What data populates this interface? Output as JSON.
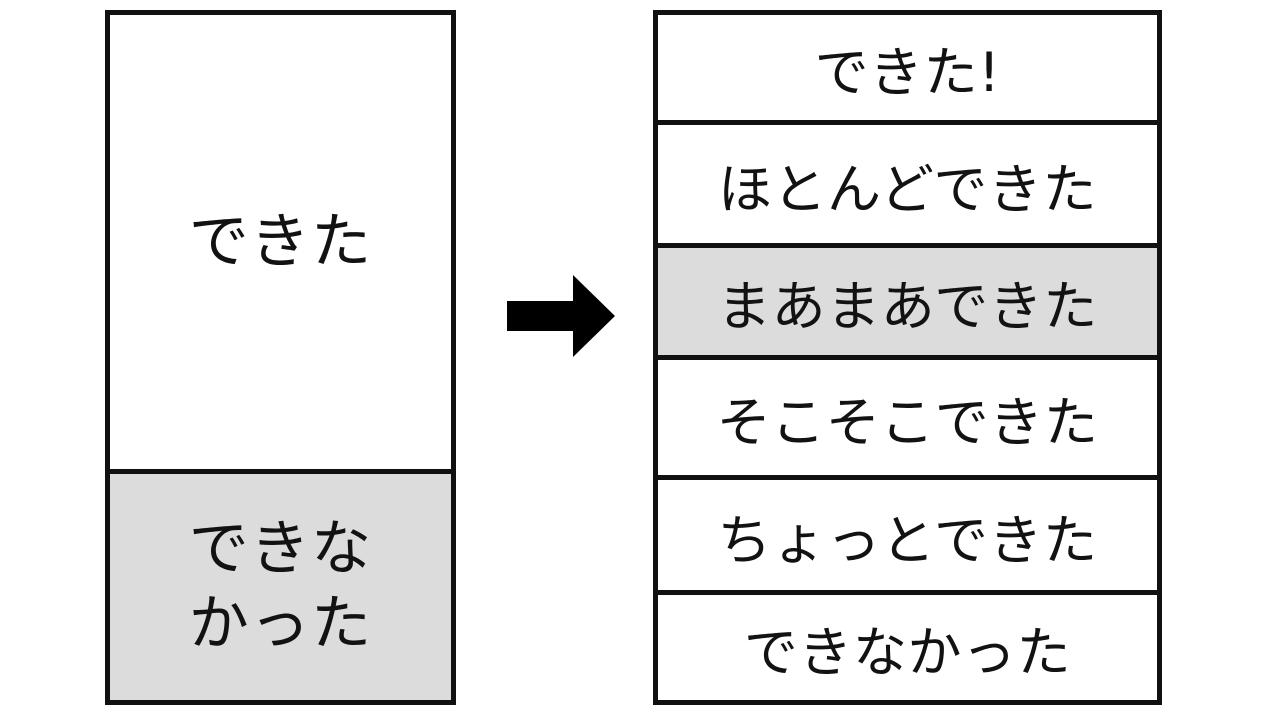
{
  "diagram": {
    "title": "",
    "colors": {
      "border": "#111111",
      "highlight_fill": "#dcdcdc",
      "plain_fill": "#ffffff",
      "text": "#121212",
      "arrow": "#000000"
    },
    "arrow": {
      "icon": "right-arrow-icon",
      "direction": "right"
    },
    "before": {
      "caption": "",
      "cells": [
        {
          "label": "できた",
          "highlighted": false
        },
        {
          "label": "できな\nかった",
          "highlighted": true
        }
      ]
    },
    "after": {
      "caption": "",
      "rows": [
        {
          "label": "できた!",
          "highlighted": false
        },
        {
          "label": "ほとんどできた",
          "highlighted": false
        },
        {
          "label": "まあまあできた",
          "highlighted": true
        },
        {
          "label": "そこそこできた",
          "highlighted": false
        },
        {
          "label": "ちょっとできた",
          "highlighted": false
        },
        {
          "label": "できなかった",
          "highlighted": false
        }
      ]
    }
  }
}
